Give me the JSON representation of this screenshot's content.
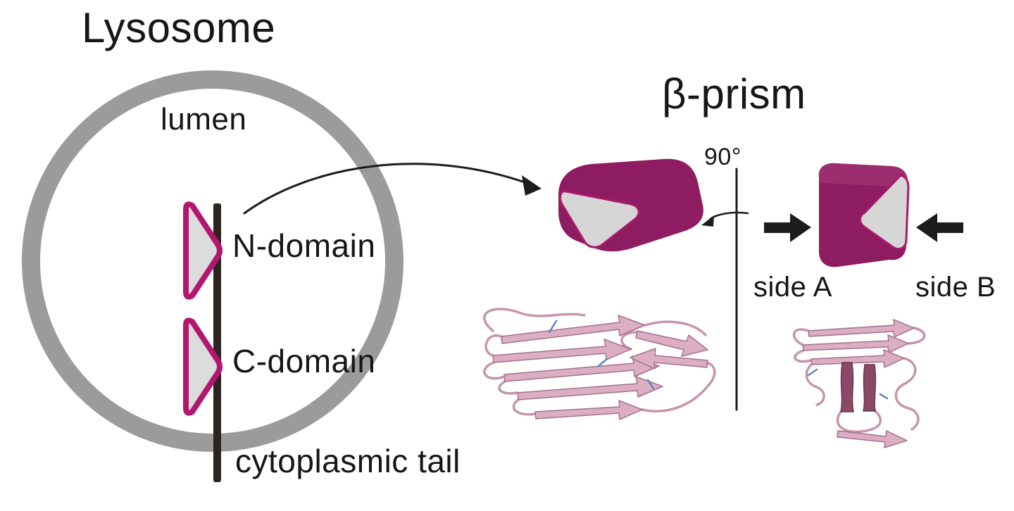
{
  "lysosome": {
    "title": "Lysosome",
    "lumen": "lumen",
    "n_domain": "N-domain",
    "c_domain": "C-domain",
    "cytoplasmic_tail": "cytoplasmic tail"
  },
  "prism": {
    "title": "β-prism",
    "rotation": "90°",
    "side_a": "side A",
    "side_b": "side B"
  },
  "colors": {
    "membrane_gray": "#9b9b9b",
    "domain_outline_magenta": "#b3166f",
    "domain_fill_gray": "#dcdcdc",
    "prism_body_magenta": "#8e1c60",
    "prism_face_gray": "#d6d6d6",
    "ribbon_pink": "#dcaec4",
    "ribbon_dark": "#8a4a66",
    "stick_blue": "#5b84c4",
    "ink_black": "#1c1c1c"
  }
}
